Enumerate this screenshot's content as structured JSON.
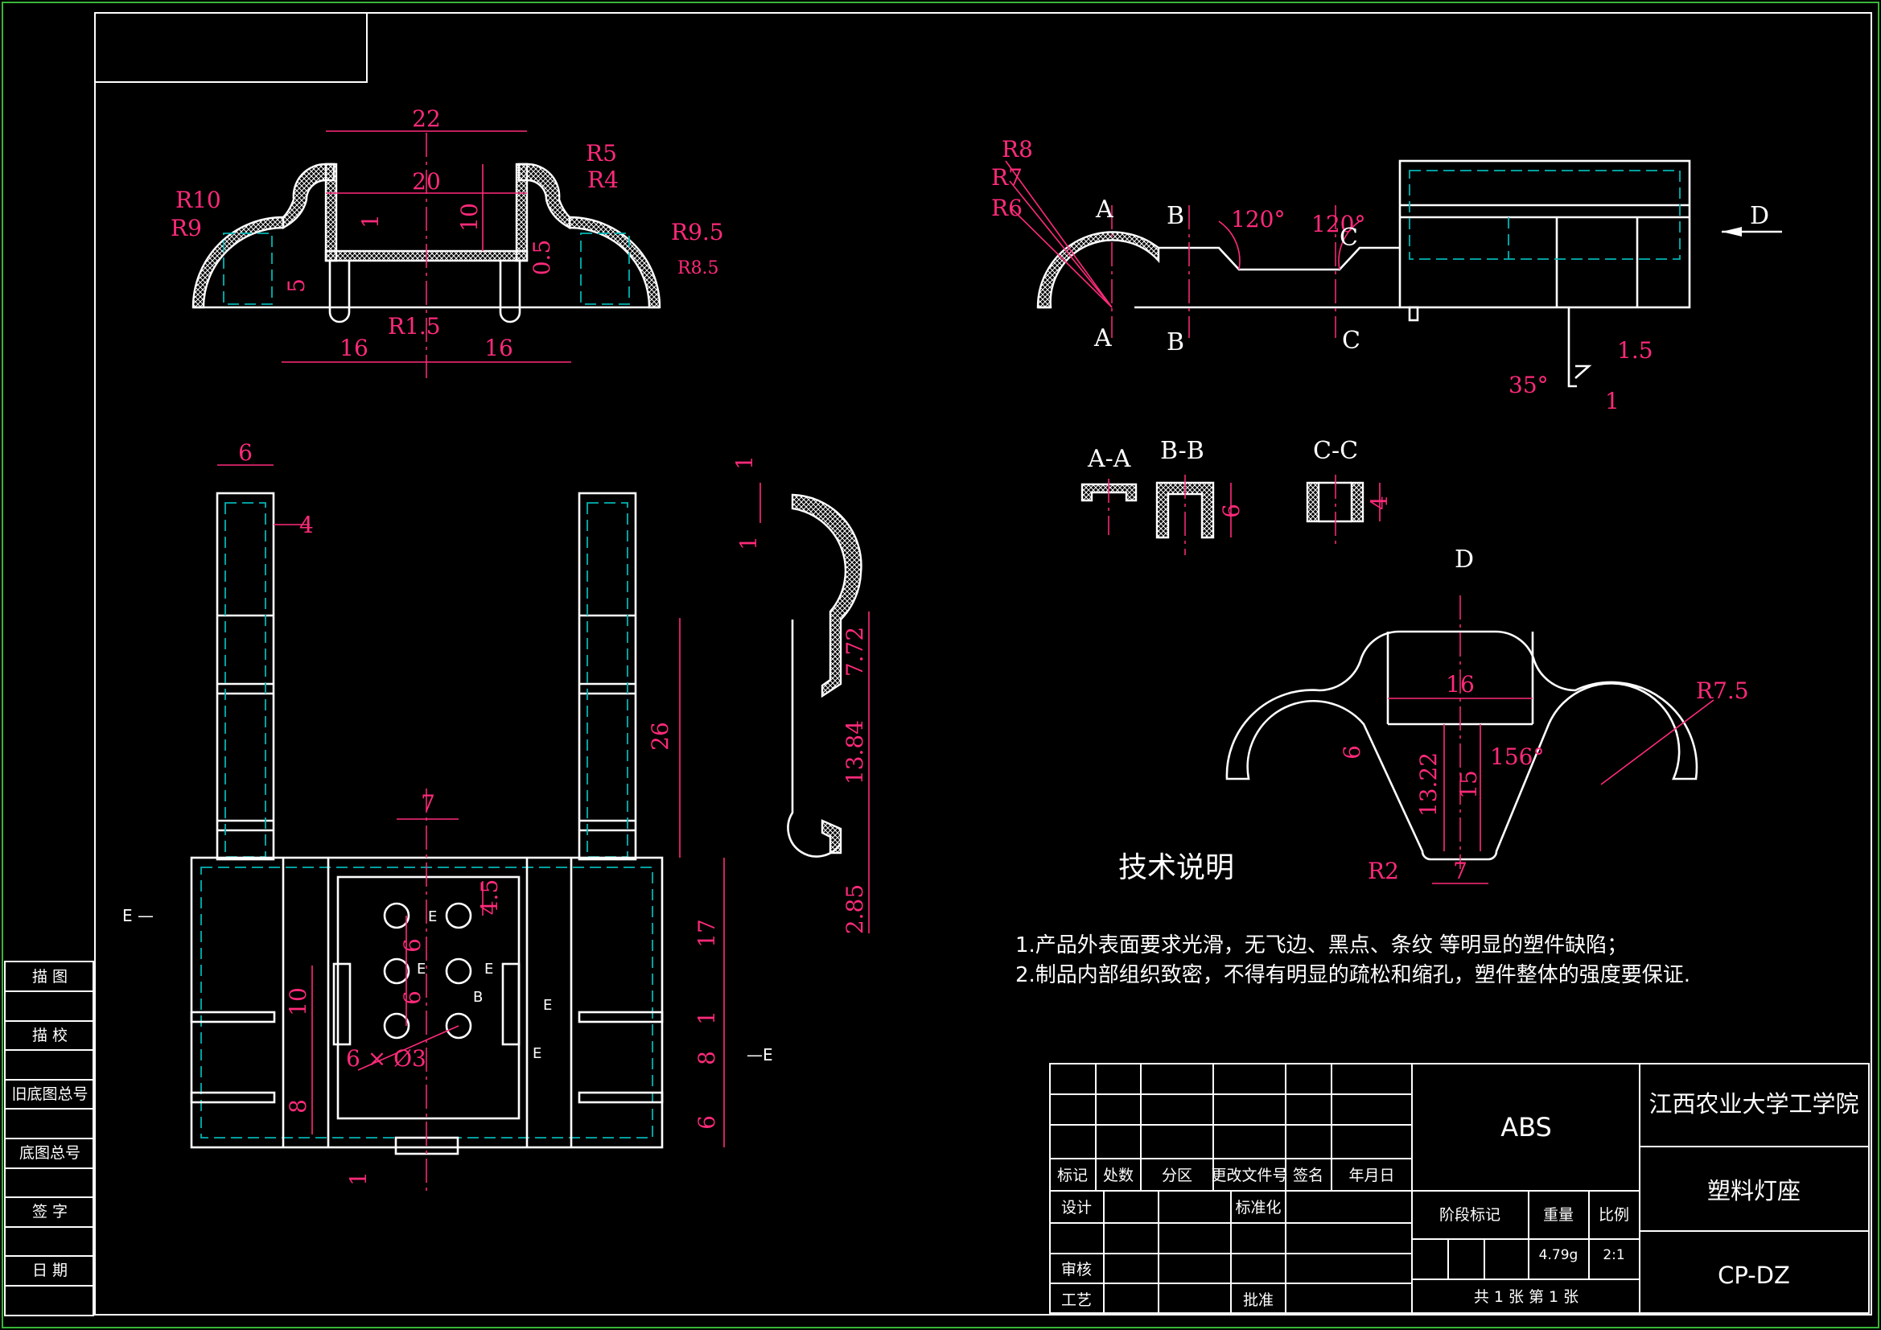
{
  "dimensions": {
    "top_view": [
      "22",
      "20",
      "10",
      "1",
      "R5",
      "R4",
      "R10",
      "R9",
      "R9.5",
      "R8.5",
      "0.5",
      "5",
      "R1.5",
      "16",
      "16"
    ],
    "front_view": [
      "R8",
      "R7",
      "R6",
      "120°",
      "120°",
      "1.5",
      "35°",
      "1"
    ],
    "plan_view": [
      "6",
      "4",
      "26",
      "7",
      "4.5",
      "6",
      "6",
      "10",
      "8",
      "6 × Ø3",
      "17",
      "1",
      "8",
      "6",
      "1"
    ],
    "side_profile": [
      "1",
      "1",
      "7.72",
      "13.84",
      "2.85"
    ],
    "view_d": [
      "16",
      "R7.5",
      "6",
      "13.22",
      "15",
      "156°",
      "R2",
      "7"
    ],
    "section_c_dim": "4",
    "section_b_dim": "6"
  },
  "labels": {
    "section_a_top": "A",
    "section_a_bottom": "A",
    "section_b_top": "B",
    "section_b_bottom": "B",
    "section_c_top": "C",
    "section_c_bottom": "C",
    "view_d_arrow": "D",
    "view_d_title": "D",
    "section_aa": "A-A",
    "section_bb": "B-B",
    "section_cc": "C-C",
    "cut_e_left": "E —",
    "cut_e_right": "—E",
    "e_marks": [
      "E",
      "E",
      "E",
      "B",
      "E",
      "E"
    ]
  },
  "notes": {
    "title": "技术说明",
    "lines": [
      "1.产品外表面要求光滑，无飞边、黑点、条纹  等明显的塑件缺陷；",
      "2.制品内部组织致密，不得有明显的疏松和缩孔，塑件整体的强度要保证."
    ]
  },
  "side_strip": [
    "描 图",
    "描 校",
    "旧底图总号",
    "底图总号",
    "签 字",
    "日 期"
  ],
  "title_block": {
    "header_row": [
      "标记",
      "处数",
      "分区",
      "更改文件号",
      "签名",
      "年月日"
    ],
    "design": "设计",
    "standardize": "标准化",
    "review": "审核",
    "process": "工艺",
    "approve": "批准",
    "material": "ABS",
    "stage_mark": "阶段标记",
    "weight_label": "重量",
    "scale_label": "比例",
    "weight": "4.79g",
    "scale": "2:1",
    "sheets": "共 1 张  第 1 张",
    "school": "江西农业大学工学院",
    "part_name": "塑料灯座",
    "drawing_no": "CP-DZ"
  },
  "colors": {
    "background": "#000000",
    "outline": "#ffffff",
    "dimension": "#ff2a7a",
    "hidden_line": "#00b4b4",
    "border": "#38b538"
  }
}
